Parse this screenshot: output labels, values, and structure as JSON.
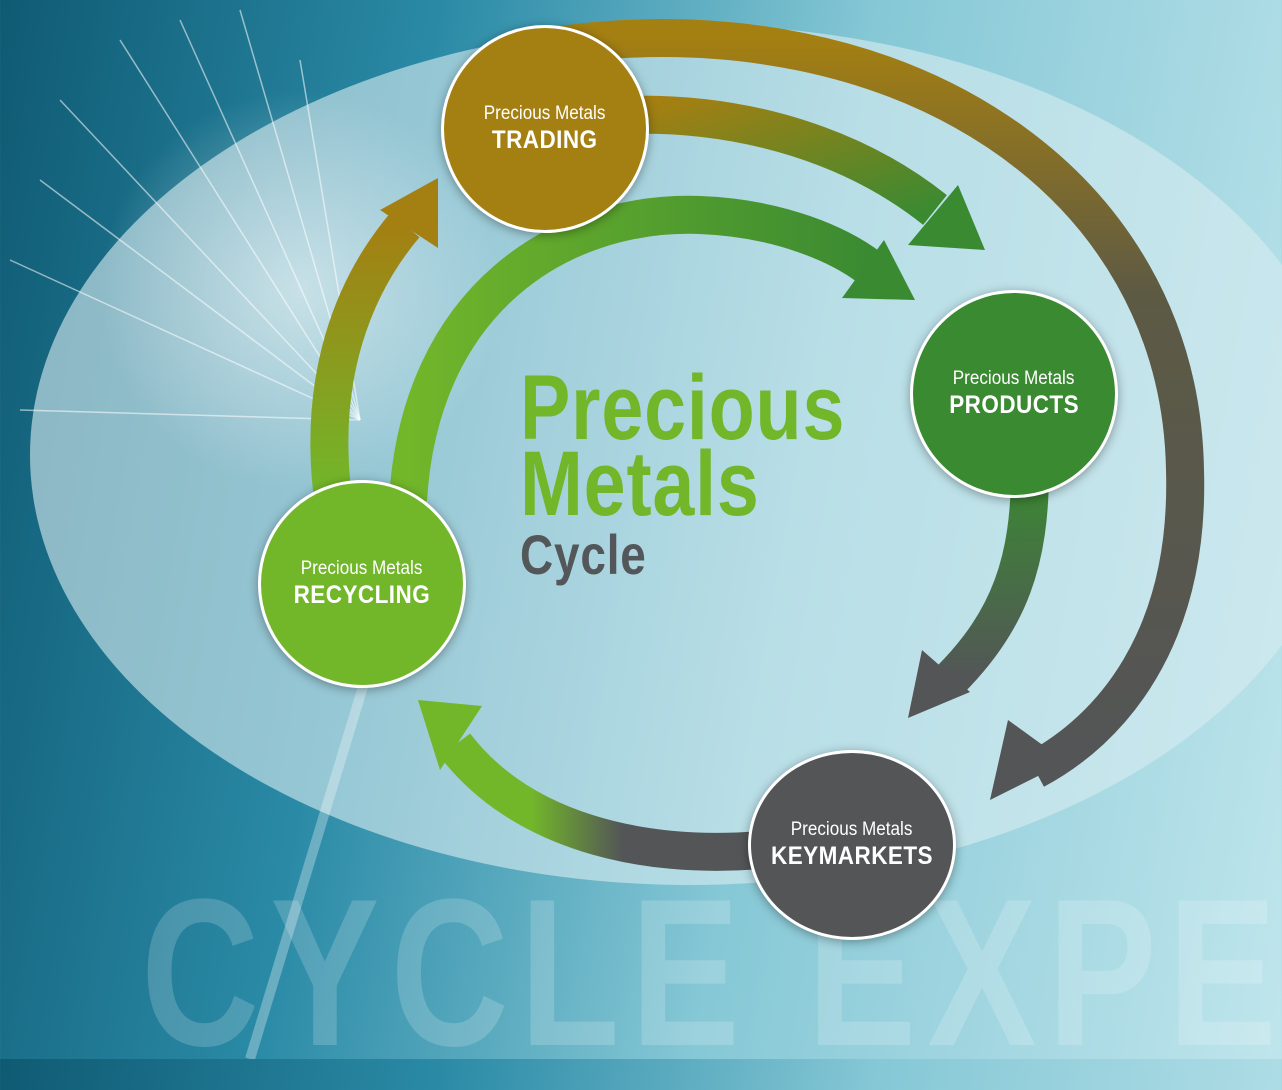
{
  "center_title": {
    "line1": "Precious",
    "line2": "Metals",
    "line3": "Cycle"
  },
  "nodes": [
    {
      "prefix": "Precious Metals",
      "label": "TRADING",
      "color": "#a47f12"
    },
    {
      "prefix": "Precious Metals",
      "label": "PRODUCTS",
      "color": "#3a8a32"
    },
    {
      "prefix": "Precious Metals",
      "label": "KEYMARKETS",
      "color": "#535557"
    },
    {
      "prefix": "Precious Metals",
      "label": "RECYCLING",
      "color": "#72b62a"
    }
  ],
  "watermark": "CYCLE EXPERTS",
  "colors": {
    "gold": "#a47f12",
    "dark_green": "#3a8a32",
    "light_green": "#72b62a",
    "gray": "#535557"
  }
}
